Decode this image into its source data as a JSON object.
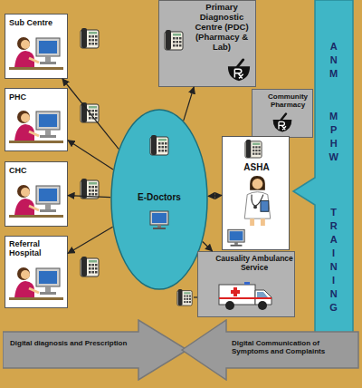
{
  "diagram": {
    "nodes": [
      {
        "text": [
          "Sub Centre"
        ]
      },
      {
        "text": [
          "PHC"
        ]
      },
      {
        "text": [
          "CHC"
        ]
      },
      {
        "text": [
          "Referral Hospital"
        ]
      },
      {
        "text": [
          "Primary Diagnostic Centre (PDC) (Pharmacy & Lab)"
        ]
      },
      {
        "text": [
          "Community Pharmacy"
        ]
      },
      {
        "text": [
          "E-Doctors"
        ]
      },
      {
        "text": [
          "ASHA"
        ]
      },
      {
        "text": [
          "Causality Ambulance Service"
        ]
      },
      {
        "text": [
          "ANM",
          "MPHW",
          "TRAINING"
        ]
      },
      {
        "text": [
          "Digital diagnosis and Prescription"
        ]
      },
      {
        "text": [
          "Digital Communication of Symptoms and Complaints"
        ]
      }
    ],
    "edges": [
      {
        "from": 6,
        "to": 0,
        "arrow": "to"
      },
      {
        "from": 6,
        "to": 1,
        "arrow": "to"
      },
      {
        "from": 6,
        "to": 2,
        "arrow": "to"
      },
      {
        "from": 6,
        "to": 3,
        "arrow": "to"
      },
      {
        "from": 6,
        "to": 4,
        "arrow": "to"
      },
      {
        "from": 6,
        "to": 7,
        "arrow": "both"
      },
      {
        "from": 6,
        "to": 8,
        "arrow": "to"
      }
    ]
  }
}
